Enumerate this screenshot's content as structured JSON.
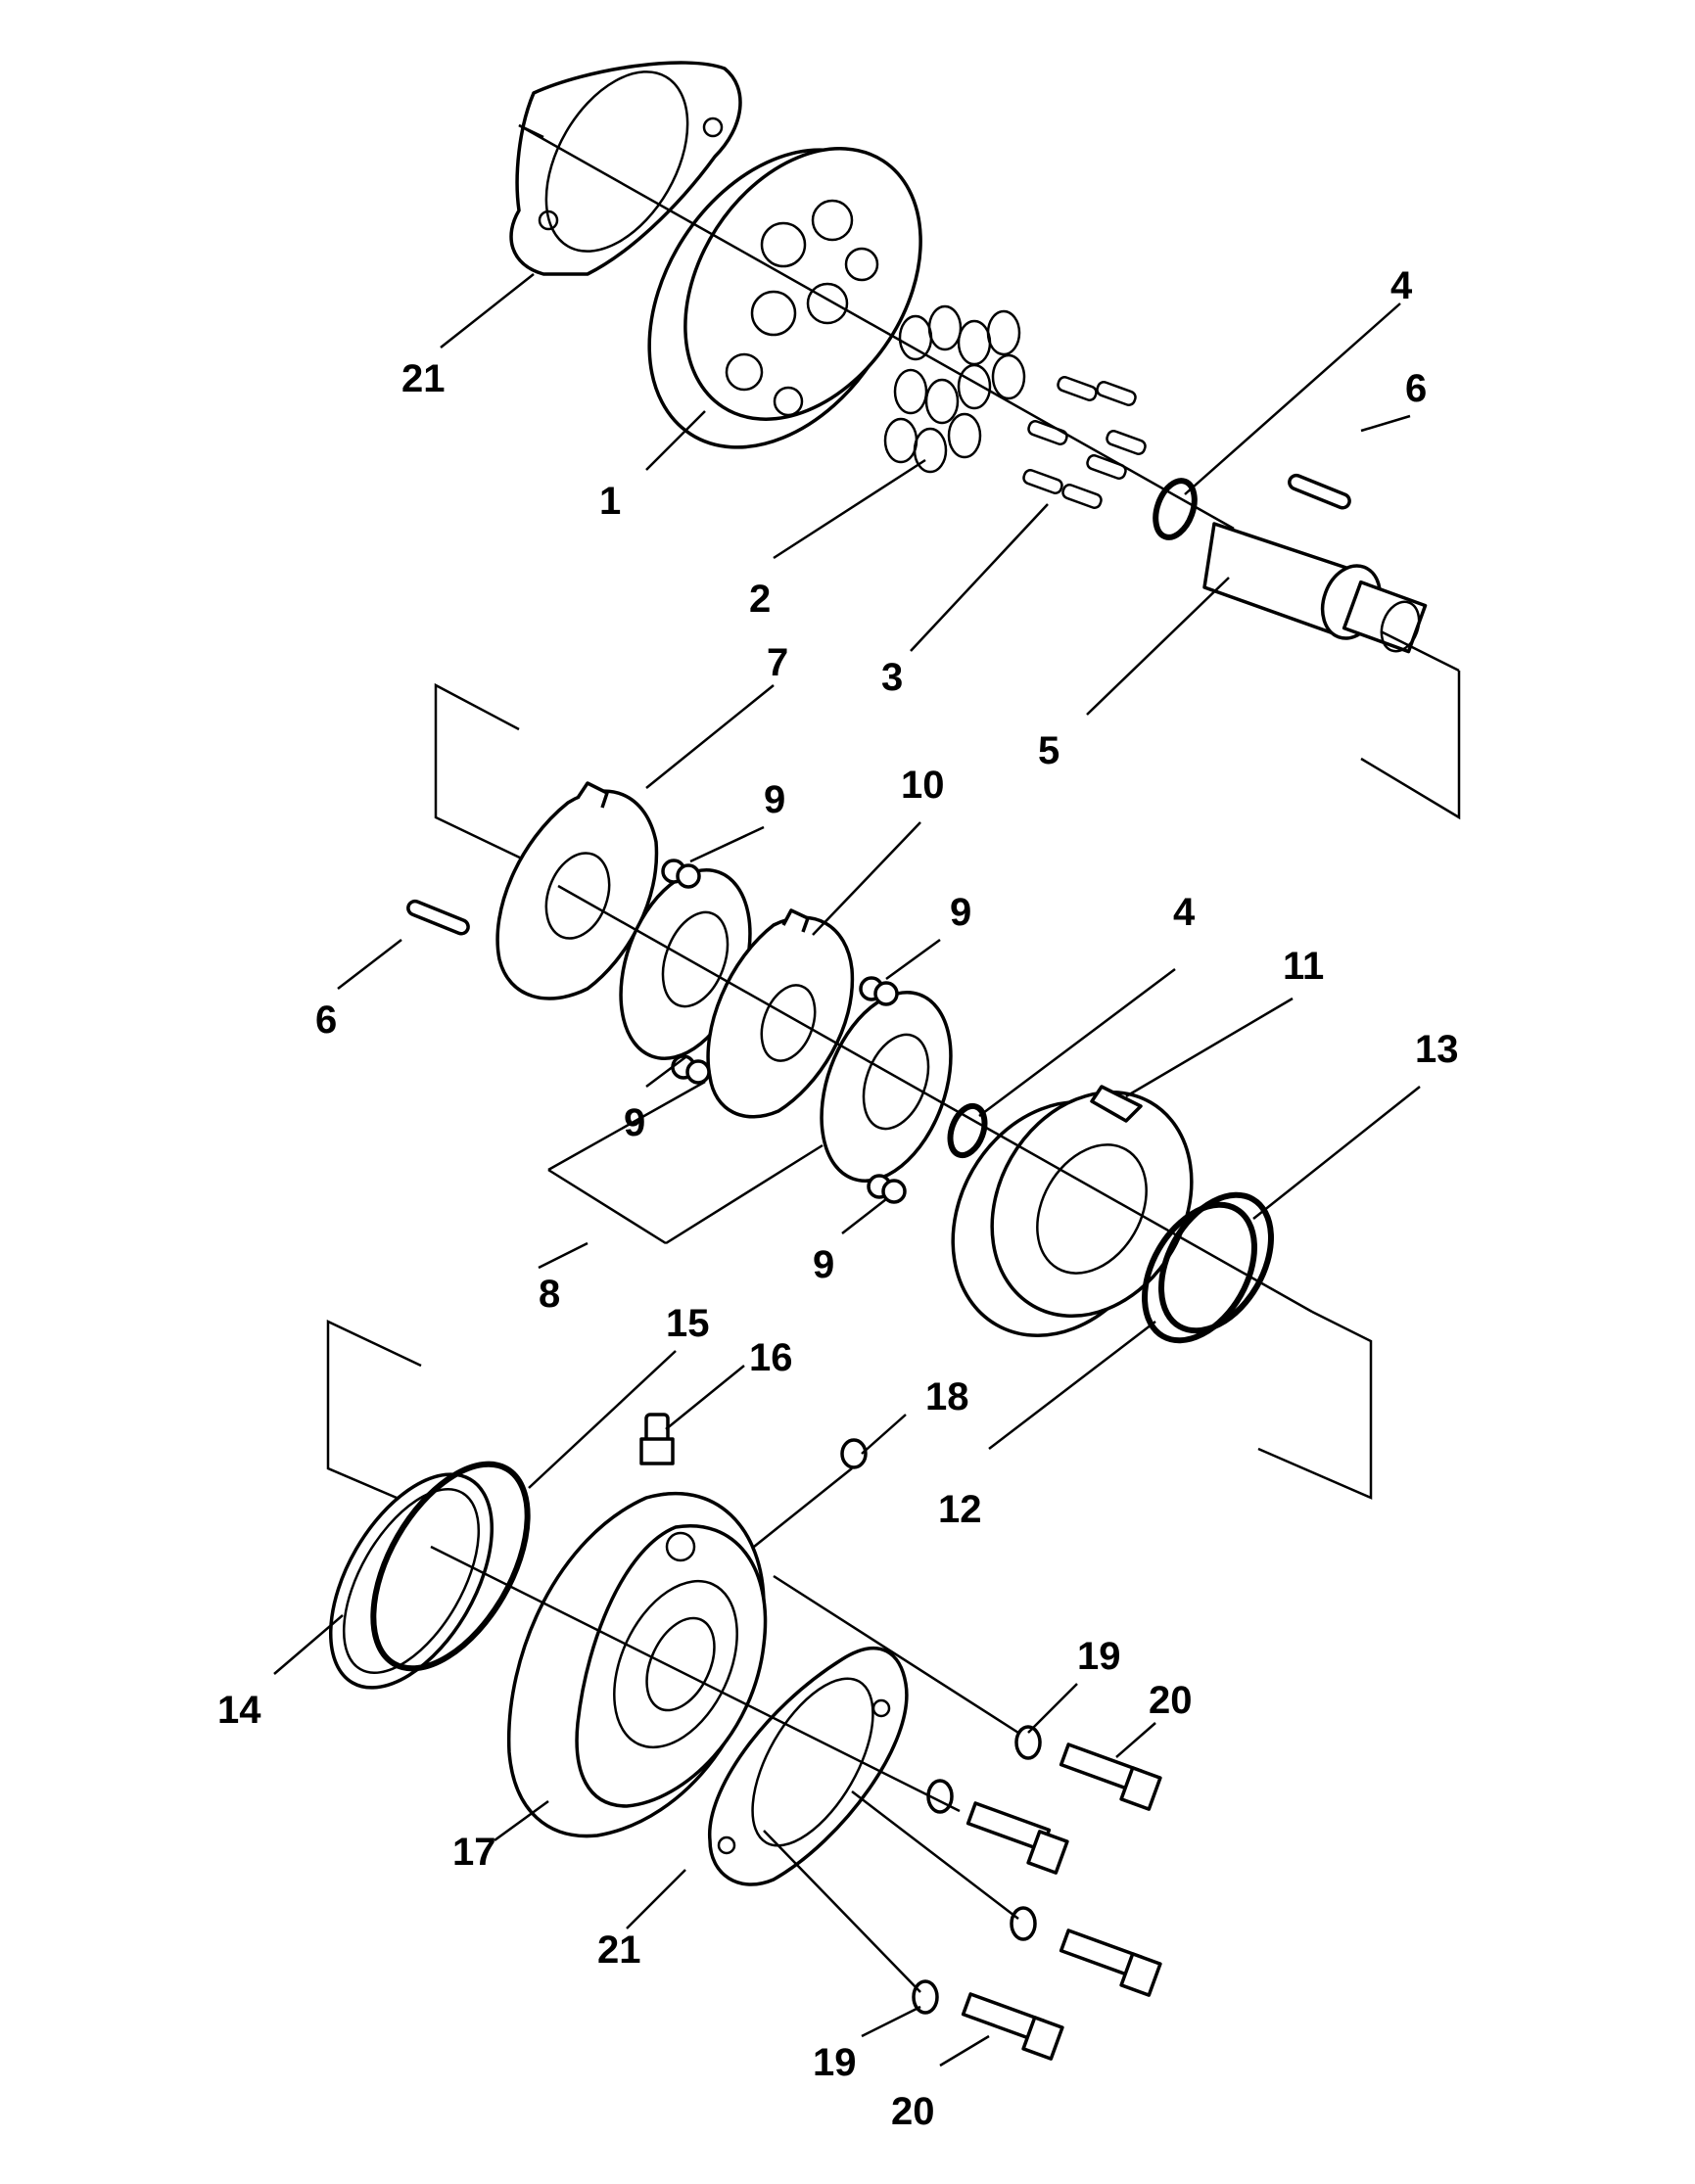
{
  "callouts": [
    {
      "name": "callout-21-top",
      "text": "21"
    },
    {
      "name": "callout-1",
      "text": "1"
    },
    {
      "name": "callout-2",
      "text": "2"
    },
    {
      "name": "callout-3",
      "text": "3"
    },
    {
      "name": "callout-4-top",
      "text": "4"
    },
    {
      "name": "callout-6-right",
      "text": "6"
    },
    {
      "name": "callout-5",
      "text": "5"
    },
    {
      "name": "callout-7",
      "text": "7"
    },
    {
      "name": "callout-9-a",
      "text": "9"
    },
    {
      "name": "callout-10",
      "text": "10"
    },
    {
      "name": "callout-9-b",
      "text": "9"
    },
    {
      "name": "callout-4-mid",
      "text": "4"
    },
    {
      "name": "callout-11",
      "text": "11"
    },
    {
      "name": "callout-13",
      "text": "13"
    },
    {
      "name": "callout-6-left",
      "text": "6"
    },
    {
      "name": "callout-9-c",
      "text": "9"
    },
    {
      "name": "callout-9-d",
      "text": "9"
    },
    {
      "name": "callout-8",
      "text": "8"
    },
    {
      "name": "callout-15",
      "text": "15"
    },
    {
      "name": "callout-16",
      "text": "16"
    },
    {
      "name": "callout-18",
      "text": "18"
    },
    {
      "name": "callout-12",
      "text": "12"
    },
    {
      "name": "callout-14",
      "text": "14"
    },
    {
      "name": "callout-19-a",
      "text": "19"
    },
    {
      "name": "callout-20-a",
      "text": "20"
    },
    {
      "name": "callout-17",
      "text": "17"
    },
    {
      "name": "callout-21-bottom",
      "text": "21"
    },
    {
      "name": "callout-19-b",
      "text": "19"
    },
    {
      "name": "callout-20-b",
      "text": "20"
    }
  ]
}
